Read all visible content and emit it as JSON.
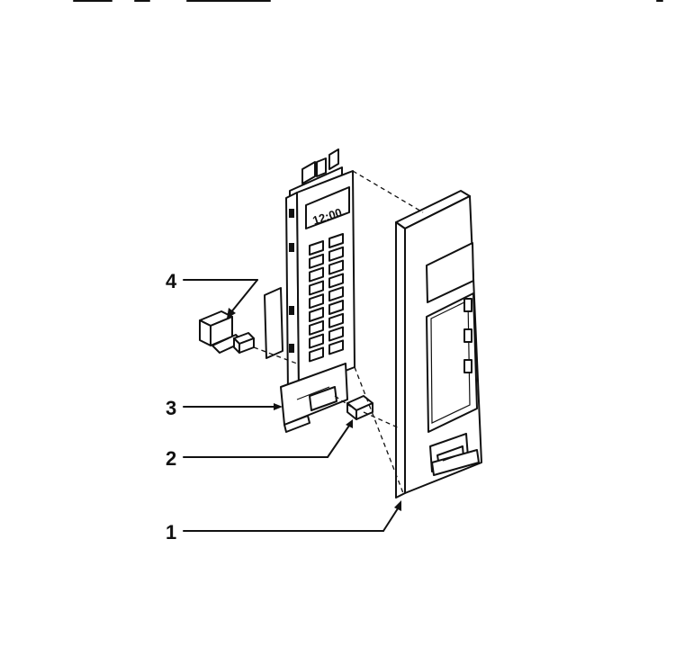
{
  "diagram": {
    "callouts": [
      {
        "id": "1",
        "label": "1"
      },
      {
        "id": "2",
        "label": "2"
      },
      {
        "id": "3",
        "label": "3"
      },
      {
        "id": "4",
        "label": "4"
      }
    ],
    "display_readout": "12:00"
  }
}
